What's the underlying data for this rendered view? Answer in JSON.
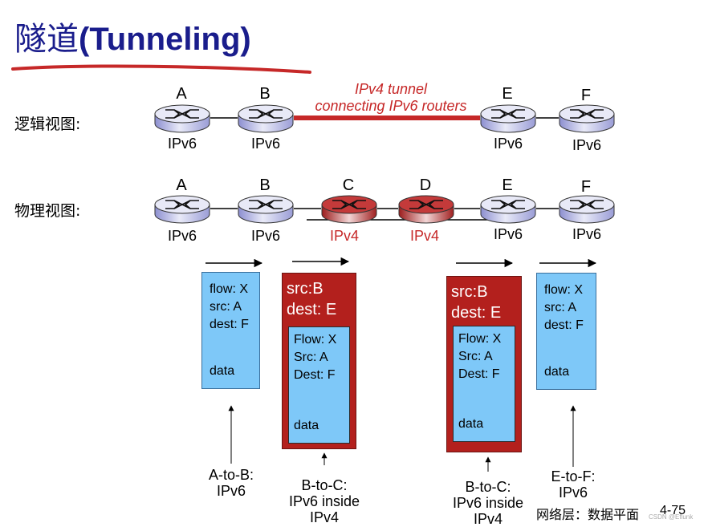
{
  "title": {
    "cjk": "隧道",
    "latin": "(Tunneling)"
  },
  "logical": {
    "row_label": "逻辑视图:",
    "tunnel_caption_1": "IPv4 tunnel",
    "tunnel_caption_2": "connecting IPv6 routers",
    "nodes": [
      {
        "name": "A",
        "proto": "IPv6"
      },
      {
        "name": "B",
        "proto": "IPv6"
      },
      {
        "name": "E",
        "proto": "IPv6"
      },
      {
        "name": "F",
        "proto": "IPv6"
      }
    ]
  },
  "physical": {
    "row_label": "物理视图:",
    "nodes": [
      {
        "name": "A",
        "proto": "IPv6"
      },
      {
        "name": "B",
        "proto": "IPv6"
      },
      {
        "name": "C",
        "proto": "IPv4"
      },
      {
        "name": "D",
        "proto": "IPv4"
      },
      {
        "name": "E",
        "proto": "IPv6"
      },
      {
        "name": "F",
        "proto": "IPv6"
      }
    ]
  },
  "packets": {
    "p1": {
      "l1": "flow: X",
      "l2": "src: A",
      "l3": "dest: F",
      "data": "data"
    },
    "p2": {
      "hdr1": "src:B",
      "hdr2": "dest: E",
      "l1": "Flow: X",
      "l2": "Src: A",
      "l3": "Dest: F",
      "data": "data"
    },
    "p3": {
      "hdr1": "src:B",
      "hdr2": "dest: E",
      "l1": "Flow: X",
      "l2": "Src: A",
      "l3": "Dest: F",
      "data": "data"
    },
    "p4": {
      "l1": "flow: X",
      "l2": "src: A",
      "l3": "dest: F",
      "data": "data"
    }
  },
  "captions": {
    "c1": {
      "l1": "A-to-B:",
      "l2": "IPv6"
    },
    "c2": {
      "l1": "B-to-C:",
      "l2": "IPv6 inside",
      "l3": "IPv4"
    },
    "c3": {
      "l1": "B-to-C:",
      "l2": "IPv6 inside",
      "l3": "IPv4"
    },
    "c4": {
      "l1": "E-to-F:",
      "l2": "IPv6"
    }
  },
  "footer": {
    "section": "网络层：数据平面",
    "page": "4-75",
    "watermark": "CSDN @Eflunk"
  },
  "colors": {
    "title": "#1a1d8c",
    "tunnel": "#c62828",
    "packet": "#7ec8f8",
    "encap": "#b3201d"
  }
}
